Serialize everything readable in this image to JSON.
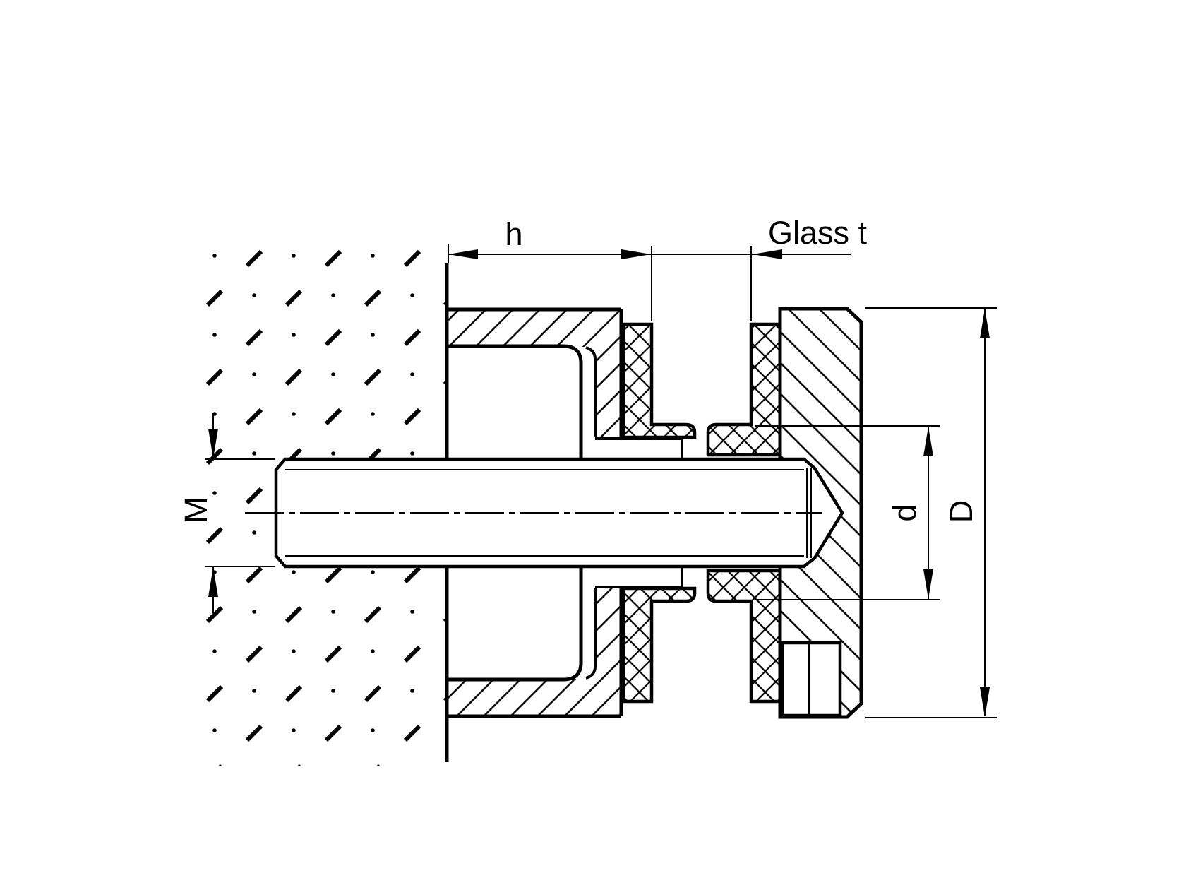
{
  "drawing": {
    "type": "technical-section-drawing",
    "subject": "glass point fixing adapter cross-section",
    "colors": {
      "line": "#000000",
      "background": "#ffffff"
    }
  },
  "dimensions": {
    "h": "h",
    "glass_thickness": "Glass t",
    "thread": "M",
    "inner_diameter": "d",
    "outer_diameter": "D"
  }
}
